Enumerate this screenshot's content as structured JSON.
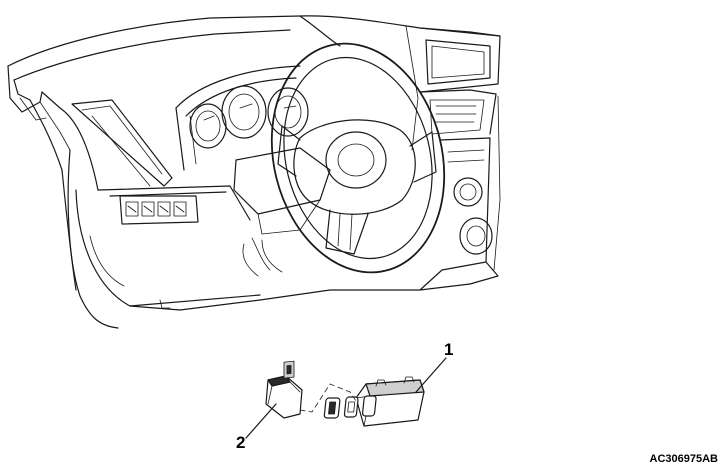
{
  "callouts": {
    "item_1": "1",
    "item_2": "2"
  },
  "reference_code": "AC306975AB",
  "colors": {
    "line": "#1a1a1a",
    "background": "#ffffff"
  }
}
